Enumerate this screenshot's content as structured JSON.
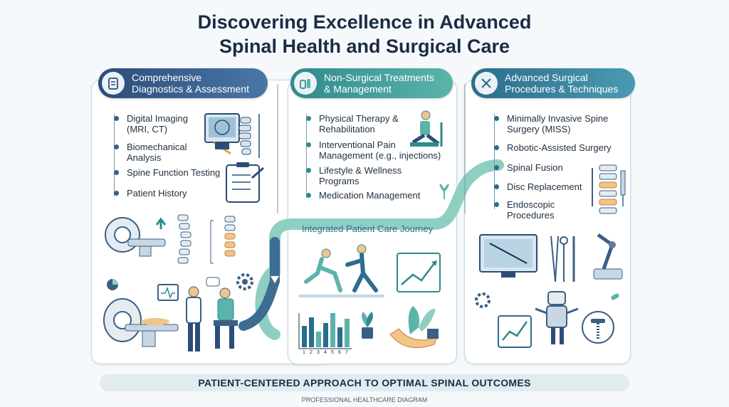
{
  "title": {
    "line1": "Discovering Excellence in Advanced",
    "line2": "Spinal Health and Surgical Care"
  },
  "sections": [
    {
      "header_line1": "Comprehensive",
      "header_line2": "Diagnostics & Assessment",
      "icon": "clipboard-icon",
      "items": [
        {
          "line1": "Digital Imaging",
          "line2": "(MRI, CT)"
        },
        {
          "line1": "Biomechanical",
          "line2": "Analysis"
        },
        {
          "line1": "Spine Function Testing",
          "line2": ""
        },
        {
          "line1": "Patient History",
          "line2": ""
        }
      ]
    },
    {
      "header_line1": "Non-Surgical Treatments",
      "header_line2": "& Management",
      "icon": "medicine-icon",
      "items": [
        {
          "line1": "Physical Therapy &",
          "line2": "Rehabilitation"
        },
        {
          "line1": "Interventional Pain",
          "line2": "Management (e.g., injections)"
        },
        {
          "line1": "Lifestyle & Wellness",
          "line2": "Programs"
        },
        {
          "line1": "Medication Management",
          "line2": ""
        }
      ]
    },
    {
      "header_line1": "Advanced Surgical",
      "header_line2": "Procedures & Techniques",
      "icon": "surgical-tools-icon",
      "items": [
        {
          "line1": "Minimally Invasive Spine",
          "line2": "Surgery (MISS)"
        },
        {
          "line1": "Robotic-Assisted Surgery",
          "line2": ""
        },
        {
          "line1": "Spinal Fusion",
          "line2": ""
        },
        {
          "line1": "Disc Replacement",
          "line2": ""
        },
        {
          "line1": "Endoscopic",
          "line2": "Procedures"
        }
      ]
    }
  ],
  "journey_label": "Integrated Patient Care Journey",
  "chart_axis_labels": [
    "1",
    "2",
    "3",
    "4",
    "5",
    "6",
    "7"
  ],
  "banner": "PATIENT-CENTERED APPROACH TO OPTIMAL SPINAL OUTCOMES",
  "footer": "PROFESSIONAL HEALTHCARE DIAGRAM",
  "colors": {
    "navy": "#1b2c44",
    "diagnostics": "#2c4d78",
    "treatment": "#2f8a8c",
    "surgery": "#2c6c8c",
    "accent_orange": "#e8a04a"
  }
}
